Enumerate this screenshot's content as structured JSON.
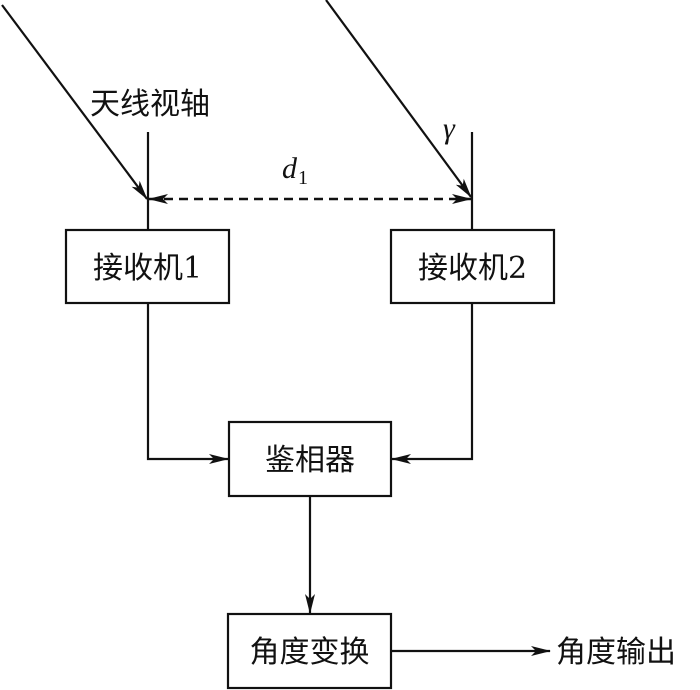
{
  "diagram": {
    "labels": {
      "antenna_axis": "天线视轴",
      "baseline_symbol": "d",
      "baseline_subscript": "1",
      "angle_symbol": "γ",
      "output": "角度输出"
    },
    "blocks": {
      "receiver1": "接收机1",
      "receiver2": "接收机2",
      "phase_detector": "鉴相器",
      "angle_conversion": "角度变换"
    }
  }
}
